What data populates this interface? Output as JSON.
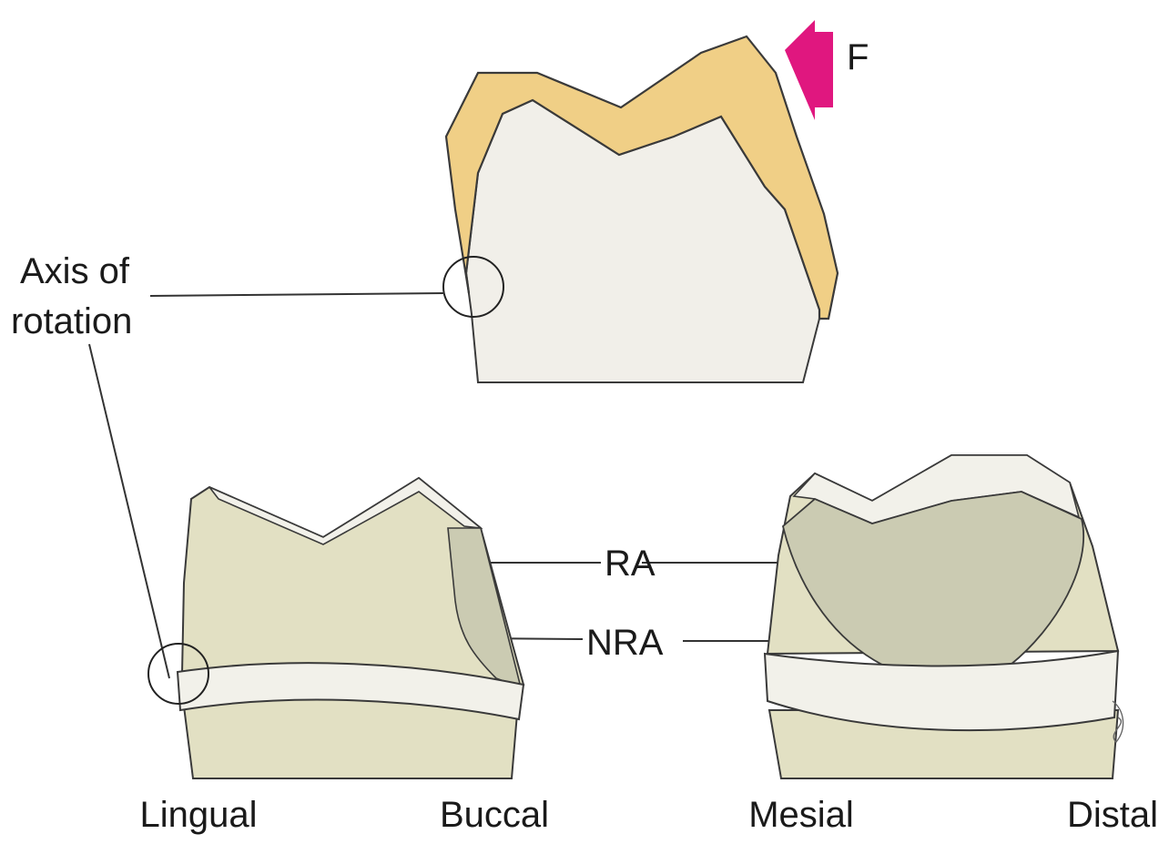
{
  "labels": {
    "force": "F",
    "axis_line1": "Axis of",
    "axis_line2": "rotation",
    "resistance_area": "RA",
    "non_resistance_area": "NRA",
    "lingual": "Lingual",
    "buccal": "Buccal",
    "mesial": "Mesial",
    "distal": "Distal"
  },
  "colors": {
    "crown_gold": "#f0cf86",
    "tooth_surface": "#f1efe9",
    "preparation": "#e2e0c3",
    "resistance_area": "#cbcbb2",
    "finish_band": "#f2f1ea",
    "force_arrow": "#e0177f",
    "outline": "#3a3a3a"
  }
}
